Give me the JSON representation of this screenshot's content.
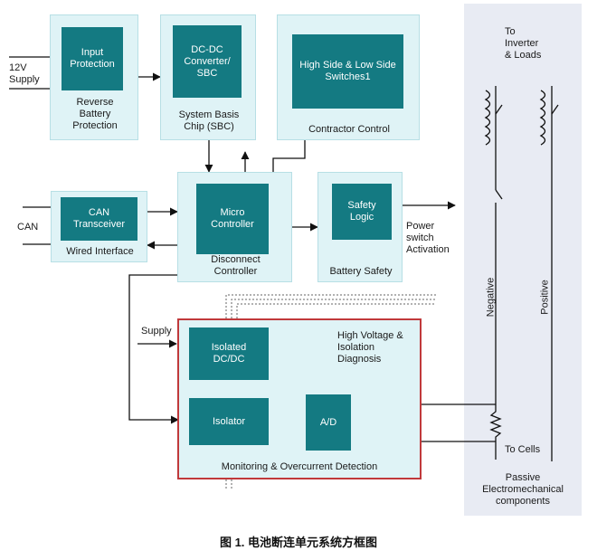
{
  "blocks": {
    "input_protection": {
      "inner": "Input\nProtection",
      "caption": "Reverse\nBattery\nProtection"
    },
    "sbc": {
      "inner": "DC-DC\nConverter/\nSBC",
      "caption": "System Basis\nChip (SBC)"
    },
    "switches": {
      "inner": "High Side & Low Side\nSwitches1",
      "caption": "Contractor Control"
    },
    "can": {
      "inner": "CAN\nTransceiver",
      "caption": "Wired Interface"
    },
    "micro": {
      "inner": "Micro\nController",
      "caption": "Disconnect\nController"
    },
    "safety": {
      "inner": "Safety\nLogic",
      "caption": "Battery Safety"
    },
    "monitoring": {
      "isolated": "Isolated\nDC/DC",
      "isolator": "Isolator",
      "ad": "A/D",
      "hv_label": "High Voltage &\nIsolation\nDiagnosis",
      "caption": "Monitoring & Overcurrent Detection"
    }
  },
  "labels": {
    "supply_12v": "12V\nSupply",
    "can": "CAN",
    "supply": "Supply",
    "power_switch": "Power\nswitch\nActivation",
    "to_inverter": "To\nInverter\n& Loads",
    "to_cells": "To Cells",
    "negative": "Negative",
    "positive": "Positive",
    "passive": "Passive\nElectromechanical\ncomponents"
  },
  "colors": {
    "block_fill": "#dff3f6",
    "inner_fill": "#147a82",
    "panel_fill": "#e8ebf3",
    "monitor_border": "#c0393b"
  },
  "figure_caption": "图 1. 电池断连单元系统方框图"
}
